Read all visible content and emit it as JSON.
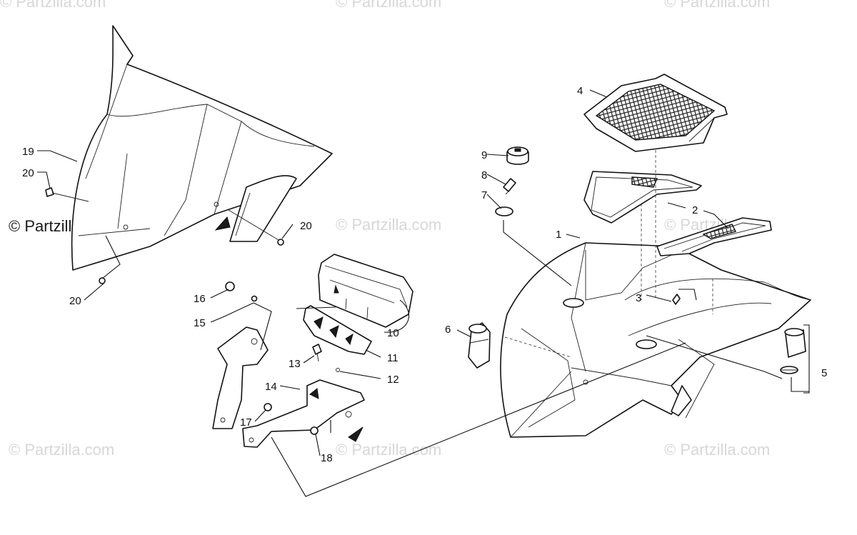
{
  "watermarks": {
    "main": "© Partzilla.com",
    "faint": "© Partzilla.com"
  },
  "callouts": [
    "1",
    "2",
    "3",
    "4",
    "5",
    "6",
    "7",
    "8",
    "9",
    "10",
    "11",
    "12",
    "13",
    "14",
    "15",
    "16",
    "17",
    "18",
    "19",
    "20"
  ],
  "colors": {
    "line": "#111111",
    "watermark": "#d7d7d7",
    "background": "#ffffff"
  }
}
